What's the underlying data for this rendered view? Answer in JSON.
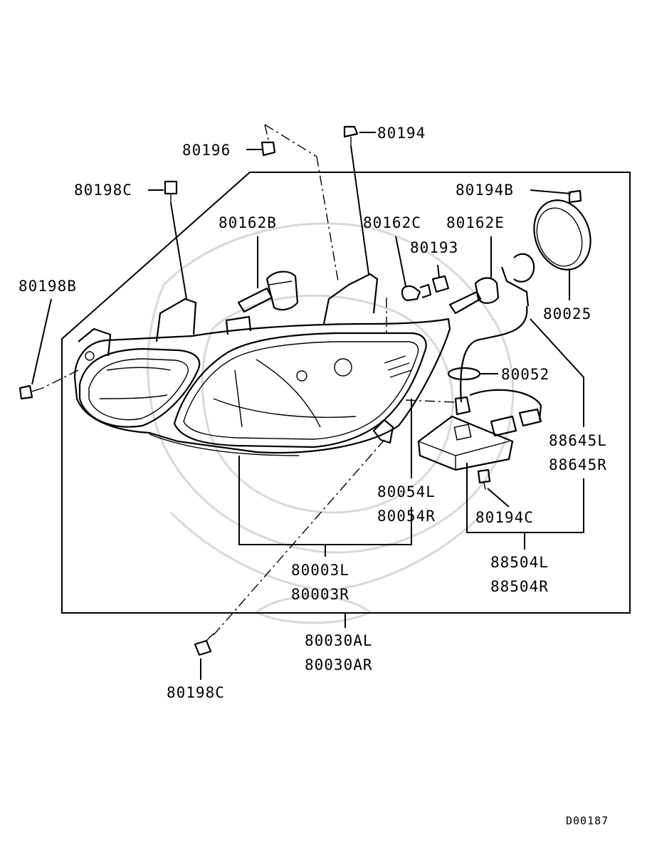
{
  "diagram": {
    "labels": {
      "p80194": "80194",
      "p80196": "80196",
      "p80198c_top": "80198C",
      "p80194b": "80194B",
      "p80162b": "80162B",
      "p80162c": "80162C",
      "p80162e": "80162E",
      "p80193": "80193",
      "p80198b": "80198B",
      "p80025": "80025",
      "p80052": "80052",
      "p88645l": "88645L",
      "p88645r": "88645R",
      "p80054l": "80054L",
      "p80054r": "80054R",
      "p80194c": "80194C",
      "p88504l": "88504L",
      "p88504r": "88504R",
      "p80003l": "80003L",
      "p80003r": "80003R",
      "p80030al": "80030AL",
      "p80030ar": "80030AR",
      "p80198c_bottom": "80198C"
    },
    "diagram_code": "D00187"
  }
}
